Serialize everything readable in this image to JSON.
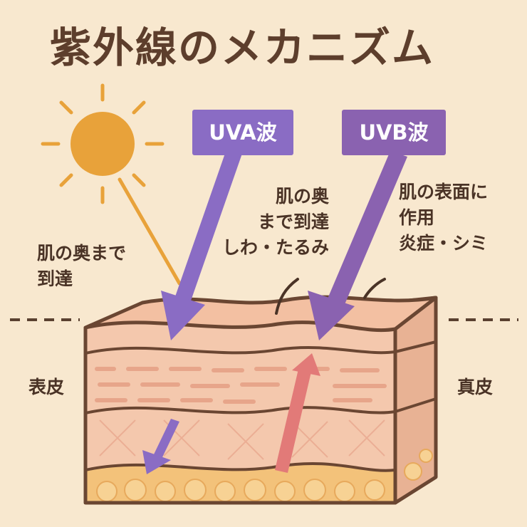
{
  "title": "紫外線のメカニズム",
  "uva": {
    "badge": "UVA波",
    "desc_lines": [
      "肌の奥",
      "まで到達",
      "しわ・たるみ"
    ]
  },
  "uvb": {
    "badge": "UVB波",
    "desc_lines": [
      "肌の表面に",
      "作用",
      "炎症・シミ"
    ]
  },
  "sun_note_lines": [
    "肌の奥まで",
    "到達"
  ],
  "layers": {
    "left_label": "表皮",
    "right_label": "真皮"
  },
  "colors": {
    "background": "#f8e8cf",
    "title": "#5d3e2c",
    "uva": "#8a6cc4",
    "uvb": "#8a62b0",
    "sun": "#e8a23a",
    "skin": "#f2c2a6",
    "outline": "#6a4632",
    "fat": "#f3c27a",
    "red_arrow": "#e27a78"
  }
}
